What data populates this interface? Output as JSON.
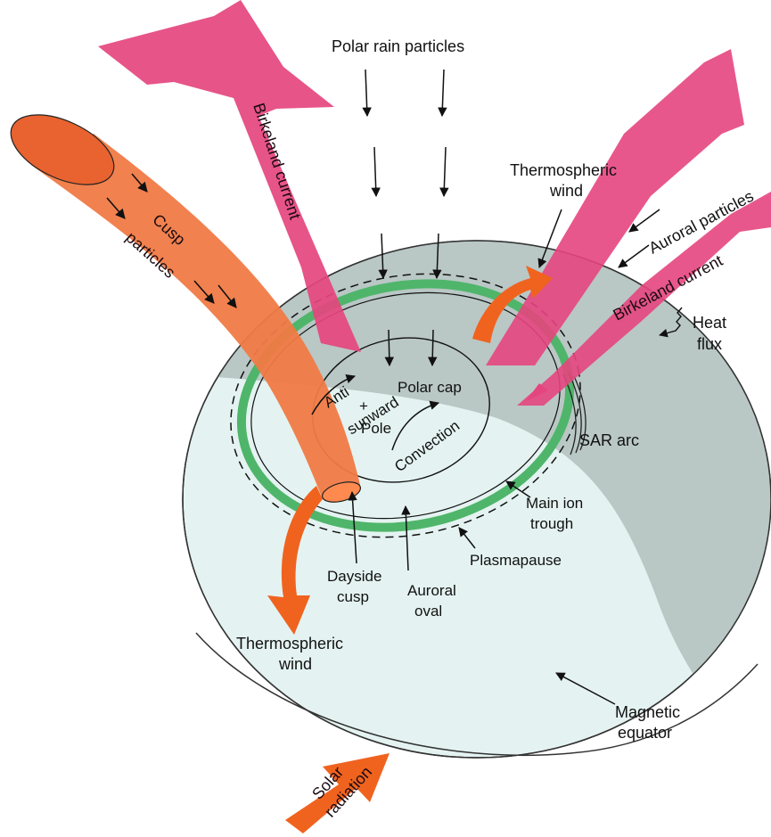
{
  "labels": {
    "polar_rain": "Polar rain particles",
    "birkeland_left": "Birkeland current",
    "birkeland_right": "Birkeland current",
    "cusp_line1": "Cusp",
    "cusp_line2": "particles",
    "thermo_top_line1": "Thermospheric",
    "thermo_top_line2": "wind",
    "auroral_particles": "Auroral particles",
    "heat_line1": "Heat",
    "heat_line2": "flux",
    "anti": "Anti",
    "sunward": "sunward",
    "polar_cap": "Polar cap",
    "pole": "Pole",
    "convection": "Convection",
    "sar_arc": "SAR arc",
    "main_ion_line1": "Main ion",
    "main_ion_line2": "trough",
    "plasmapause": "Plasmapause",
    "dayside_line1": "Dayside",
    "dayside_line2": "cusp",
    "auroral_oval_line1": "Auroral",
    "auroral_oval_line2": "oval",
    "thermo_bottom_line1": "Thermospheric",
    "thermo_bottom_line2": "wind",
    "magnetic_line1": "Magnetic",
    "magnetic_line2": "equator",
    "solar_line1": "Solar",
    "solar_line2": "radiation"
  },
  "colors": {
    "sphere_light": "#e4f3f1",
    "sphere_shadow": "#b9c7c5",
    "pink": "#e5457e",
    "orange": "#f0631f",
    "cusp_tube": "#f07a45",
    "oval_green": "#4fb56a"
  }
}
